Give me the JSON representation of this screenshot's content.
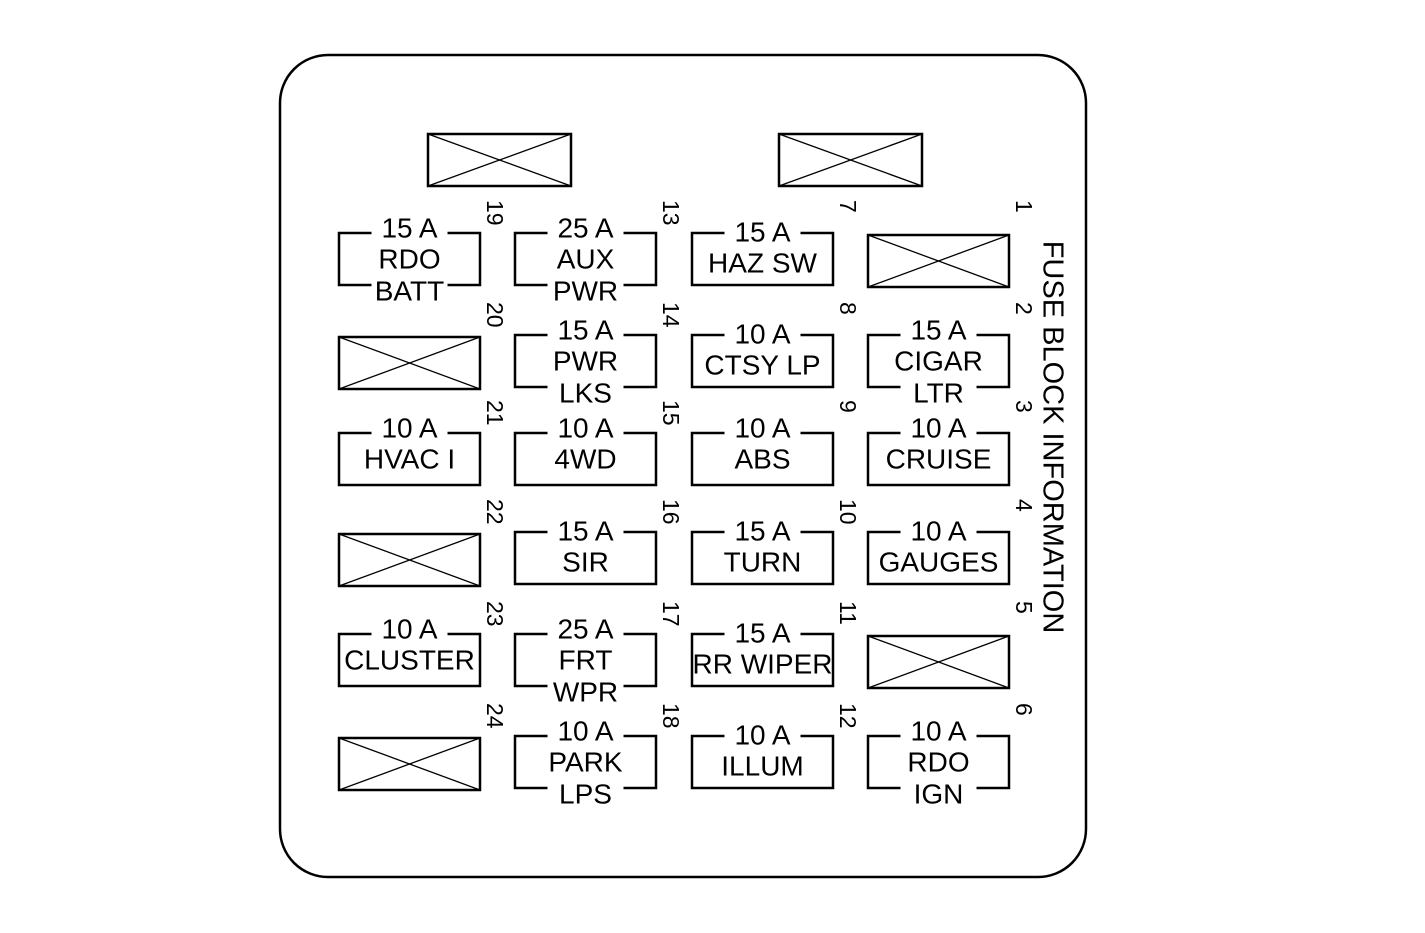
{
  "title": "FUSE BLOCK INFORMATION",
  "top_slots": [
    {
      "type": "empty"
    },
    {
      "type": "empty"
    }
  ],
  "fuses": [
    {
      "number": "19",
      "lines": [
        "15 A",
        "RDO",
        "BATT"
      ],
      "style": "3"
    },
    {
      "number": "20",
      "empty": true
    },
    {
      "number": "21",
      "lines": [
        "10 A",
        "HVAC I"
      ],
      "style": "2"
    },
    {
      "number": "22",
      "empty": true
    },
    {
      "number": "23",
      "lines": [
        "10 A",
        "CLUSTER"
      ],
      "style": "2"
    },
    {
      "number": "24",
      "empty": true
    },
    {
      "number": "13",
      "lines": [
        "25 A",
        "AUX",
        "PWR"
      ],
      "style": "3"
    },
    {
      "number": "14",
      "lines": [
        "15 A",
        "PWR",
        "LKS"
      ],
      "style": "3"
    },
    {
      "number": "15",
      "lines": [
        "10 A",
        "4WD"
      ],
      "style": "2"
    },
    {
      "number": "16",
      "lines": [
        "15 A",
        "SIR"
      ],
      "style": "2b"
    },
    {
      "number": "17",
      "lines": [
        "25 A",
        "FRT",
        "WPR"
      ],
      "style": "3"
    },
    {
      "number": "18",
      "lines": [
        "10 A",
        "PARK",
        "LPS"
      ],
      "style": "3"
    },
    {
      "number": "7",
      "lines": [
        "15 A",
        "HAZ SW"
      ],
      "style": "2b"
    },
    {
      "number": "8",
      "lines": [
        "10 A",
        "CTSY LP"
      ],
      "style": "2b"
    },
    {
      "number": "9",
      "lines": [
        "10 A",
        "ABS"
      ],
      "style": "2"
    },
    {
      "number": "10",
      "lines": [
        "15 A",
        "TURN"
      ],
      "style": "2b"
    },
    {
      "number": "11",
      "lines": [
        "15 A",
        "RR WIPER"
      ],
      "style": "2b"
    },
    {
      "number": "12",
      "lines": [
        "10 A",
        "ILLUM"
      ],
      "style": "2b"
    },
    {
      "number": "1",
      "empty": true
    },
    {
      "number": "2",
      "lines": [
        "15 A",
        "CIGAR",
        "LTR"
      ],
      "style": "3"
    },
    {
      "number": "3",
      "lines": [
        "10 A",
        "CRUISE"
      ],
      "style": "2"
    },
    {
      "number": "4",
      "lines": [
        "10 A",
        "GAUGES"
      ],
      "style": "2b"
    },
    {
      "number": "5",
      "empty": true
    },
    {
      "number": "6",
      "lines": [
        "10 A",
        "RDO",
        "IGN"
      ],
      "style": "3"
    }
  ]
}
